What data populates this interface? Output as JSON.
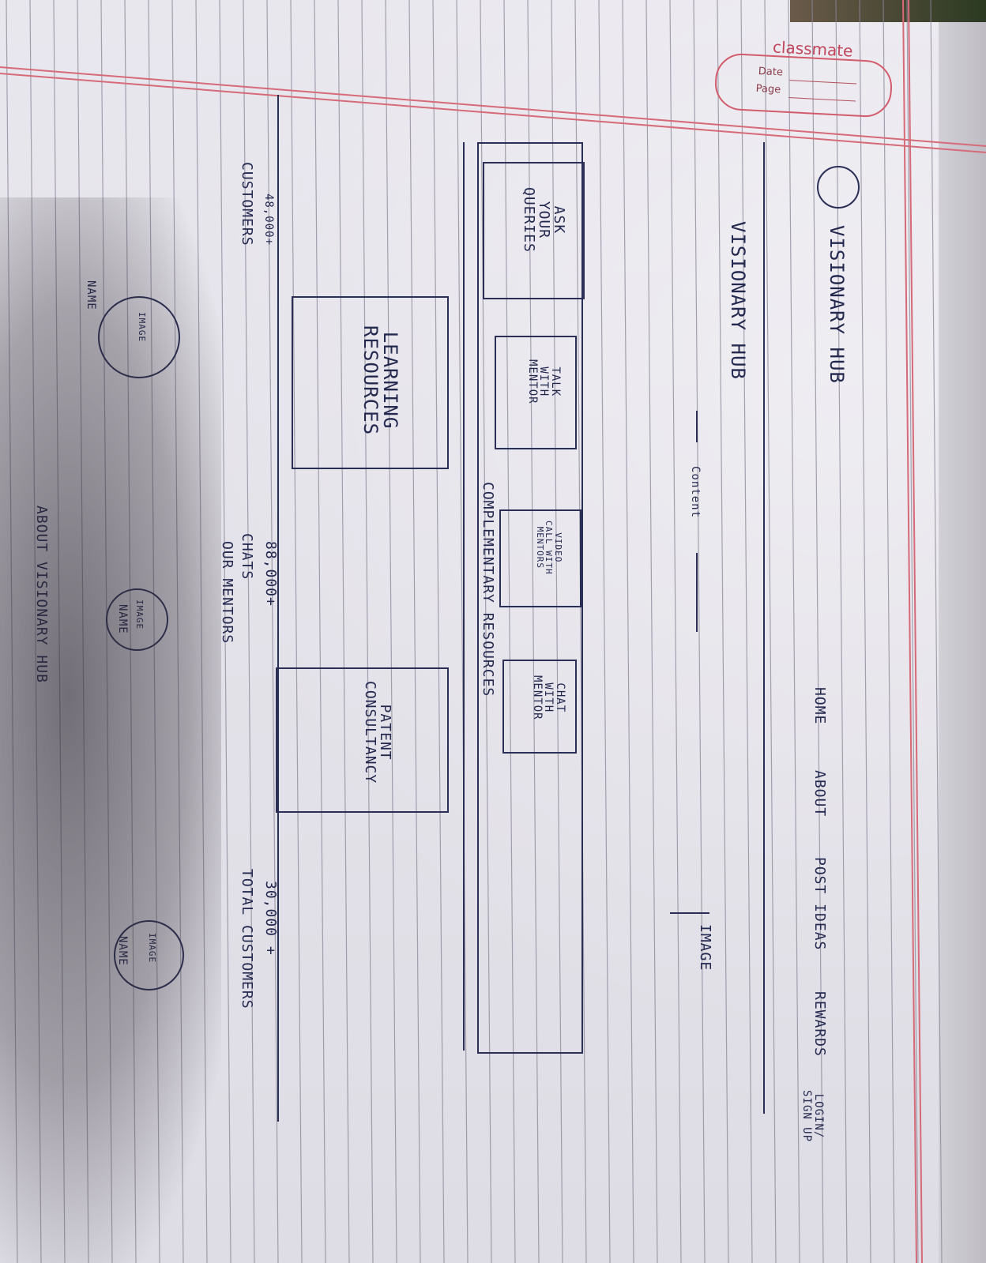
{
  "stamp": {
    "brand": "classmate",
    "date_label": "Date",
    "page_label": "Page"
  },
  "sketch": {
    "logo_title": "VISIONARY HUB",
    "nav": [
      "HOME",
      "ABOUT",
      "POST IDEAS",
      "REWARDS",
      "LOGIN/\nSIGN UP"
    ],
    "hero": {
      "title": "VISIONARY HUB",
      "content_label": "Content",
      "image_label": "IMAGE"
    },
    "cards": [
      "ASK\nYOUR\nQUERIES",
      "TALK\nWITH\nMENTOR",
      "VIDEO\nCALL WITH\nMENTORS",
      "CHAT\nWITH\nMENTOR"
    ],
    "complementary_heading": "COMPLEMENTARY   RESOURCES",
    "resources": [
      "LEARNING\nRESOURCES",
      "PATENT\nCONSULTANCY"
    ],
    "stats": [
      {
        "value": "48,000+",
        "label": "CUSTOMERS"
      },
      {
        "value": "88,000+",
        "label": "CHATS"
      },
      {
        "value": "30,000 +",
        "label": "TOTAL CUSTOMERS"
      }
    ],
    "mentors": {
      "heading": "OUR   MENTORS",
      "items": [
        {
          "image": "IMAGE",
          "name": "NAME"
        },
        {
          "image": "IMAGE",
          "name": "NAME"
        },
        {
          "image": "IMAGE",
          "name": "NAME"
        }
      ]
    },
    "footer": "ABOUT   VISIONARY HUB"
  }
}
